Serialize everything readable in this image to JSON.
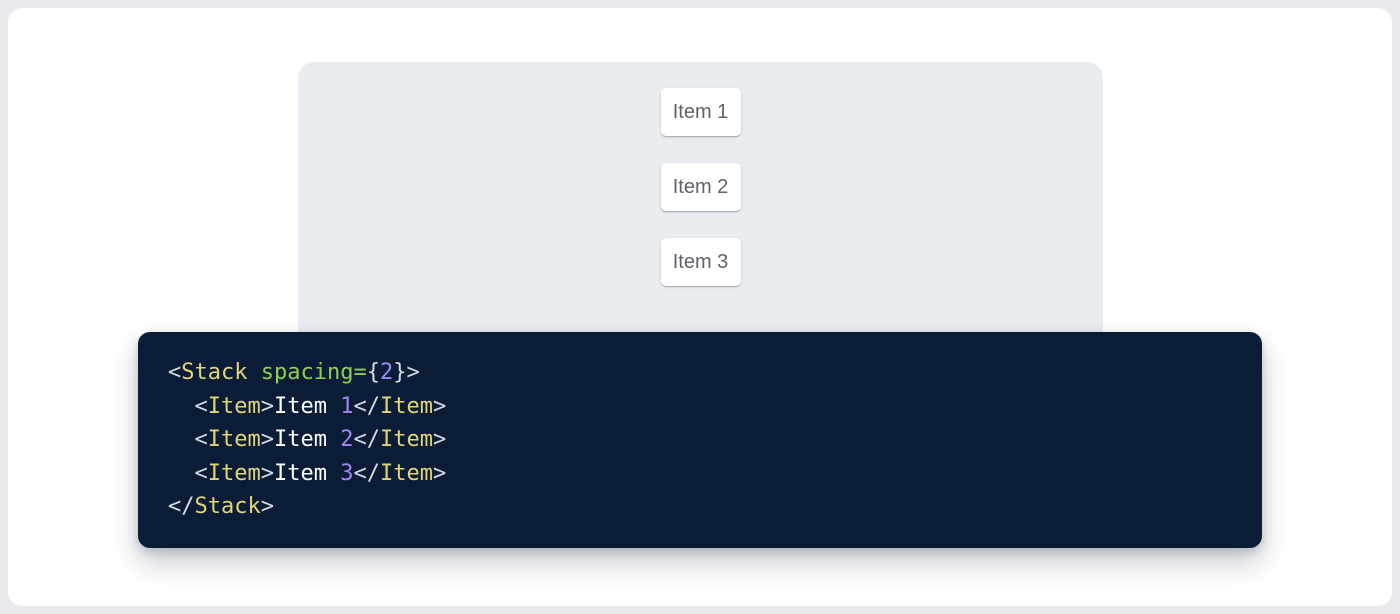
{
  "demo": {
    "items": [
      {
        "label": "Item 1"
      },
      {
        "label": "Item 2"
      },
      {
        "label": "Item 3"
      }
    ]
  },
  "code": {
    "language": "jsx",
    "source": "<Stack spacing={2}>\n  <Item>Item 1</Item>\n  <Item>Item 2</Item>\n  <Item>Item 3</Item>\n</Stack>",
    "lines": [
      [
        {
          "c": "punct",
          "t": "<"
        },
        {
          "c": "tag",
          "t": "Stack"
        },
        {
          "c": "plain",
          "t": " "
        },
        {
          "c": "attr",
          "t": "spacing"
        },
        {
          "c": "attr",
          "t": "="
        },
        {
          "c": "punct",
          "t": "{"
        },
        {
          "c": "num",
          "t": "2"
        },
        {
          "c": "punct",
          "t": "}"
        },
        {
          "c": "punct",
          "t": ">"
        }
      ],
      [
        {
          "c": "plain",
          "t": "  "
        },
        {
          "c": "punct",
          "t": "<"
        },
        {
          "c": "tag",
          "t": "Item"
        },
        {
          "c": "punct",
          "t": ">"
        },
        {
          "c": "plain",
          "t": "Item "
        },
        {
          "c": "num",
          "t": "1"
        },
        {
          "c": "punct",
          "t": "</"
        },
        {
          "c": "tag",
          "t": "Item"
        },
        {
          "c": "punct",
          "t": ">"
        }
      ],
      [
        {
          "c": "plain",
          "t": "  "
        },
        {
          "c": "punct",
          "t": "<"
        },
        {
          "c": "tag",
          "t": "Item"
        },
        {
          "c": "punct",
          "t": ">"
        },
        {
          "c": "plain",
          "t": "Item "
        },
        {
          "c": "num",
          "t": "2"
        },
        {
          "c": "punct",
          "t": "</"
        },
        {
          "c": "tag",
          "t": "Item"
        },
        {
          "c": "punct",
          "t": ">"
        }
      ],
      [
        {
          "c": "plain",
          "t": "  "
        },
        {
          "c": "punct",
          "t": "<"
        },
        {
          "c": "tag",
          "t": "Item"
        },
        {
          "c": "punct",
          "t": ">"
        },
        {
          "c": "plain",
          "t": "Item "
        },
        {
          "c": "num",
          "t": "3"
        },
        {
          "c": "punct",
          "t": "</"
        },
        {
          "c": "tag",
          "t": "Item"
        },
        {
          "c": "punct",
          "t": ">"
        }
      ],
      [
        {
          "c": "punct",
          "t": "</"
        },
        {
          "c": "tag",
          "t": "Stack"
        },
        {
          "c": "punct",
          "t": ">"
        }
      ]
    ]
  },
  "colors": {
    "page_background": "#e7e9ec",
    "panel_background": "#e9edf2",
    "code_background": "#0b1d36",
    "item_text": "#5f6368",
    "token_tag": "#e2d576",
    "token_attr": "#8ed04f",
    "token_number": "#a086f3",
    "token_punctuation": "#d4dce6",
    "token_text": "#ffffff"
  }
}
